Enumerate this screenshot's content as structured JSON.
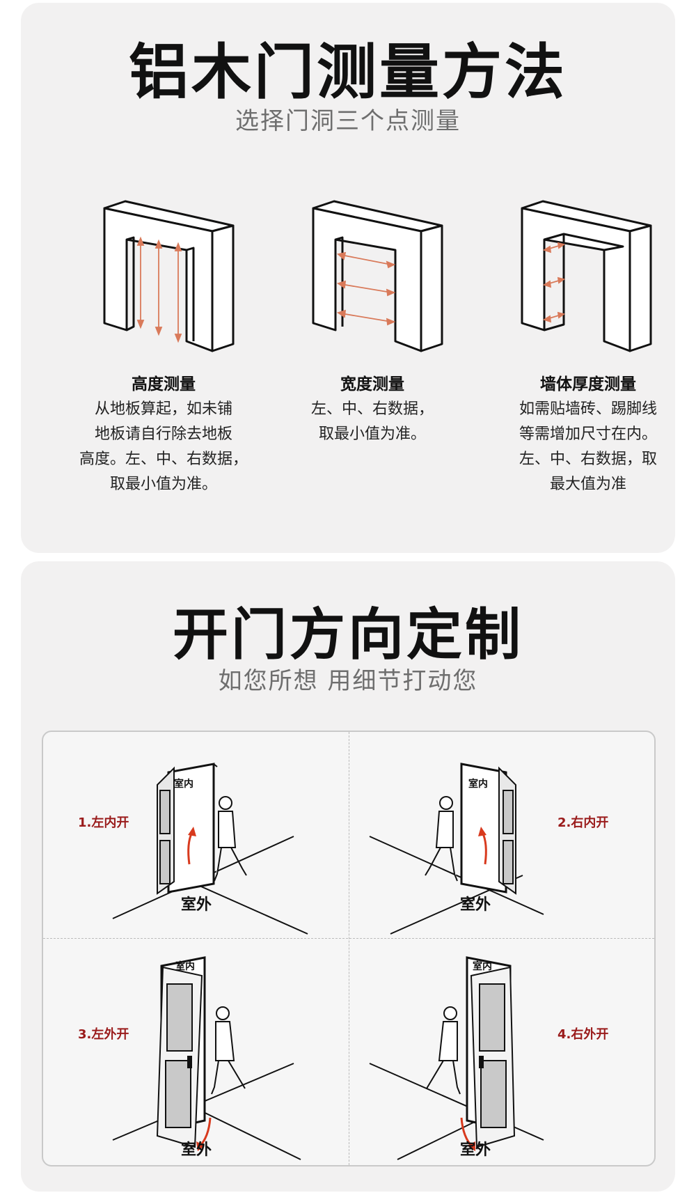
{
  "section1": {
    "title": "铝木门测量方法",
    "subtitle": "选择门洞三个点测量",
    "items": [
      {
        "icon": "door-frame-height-icon",
        "title": "高度测量",
        "lines": [
          "从地板算起，如未铺",
          "地板请自行除去地板",
          "高度。左、中、右数据，",
          "取最小值为准。"
        ]
      },
      {
        "icon": "door-frame-width-icon",
        "title": "宽度测量",
        "lines": [
          "左、中、右数据，",
          "取最小值为准。"
        ]
      },
      {
        "icon": "door-frame-thickness-icon",
        "title": "墙体厚度测量",
        "lines": [
          "如需贴墙砖、踢脚线",
          "等需增加尺寸在内。",
          "左、中、右数据，取",
          "最大值为准"
        ]
      }
    ]
  },
  "section2": {
    "title": "开门方向定制",
    "subtitle": "如您所想 用细节打动您",
    "options": [
      {
        "label": "1.左内开",
        "inside": "室内",
        "outside": "室外"
      },
      {
        "label": "2.右内开",
        "inside": "室内",
        "outside": "室外"
      },
      {
        "label": "3.左外开",
        "inside": "室内",
        "outside": "室外"
      },
      {
        "label": "4.右外开",
        "inside": "室内",
        "outside": "室外"
      }
    ]
  },
  "colors": {
    "panel_bg": "#f2f1f1",
    "measure_arrow": "#d97a5a",
    "option_label": "#9a1b1b",
    "open_arrow": "#d83a1e"
  }
}
